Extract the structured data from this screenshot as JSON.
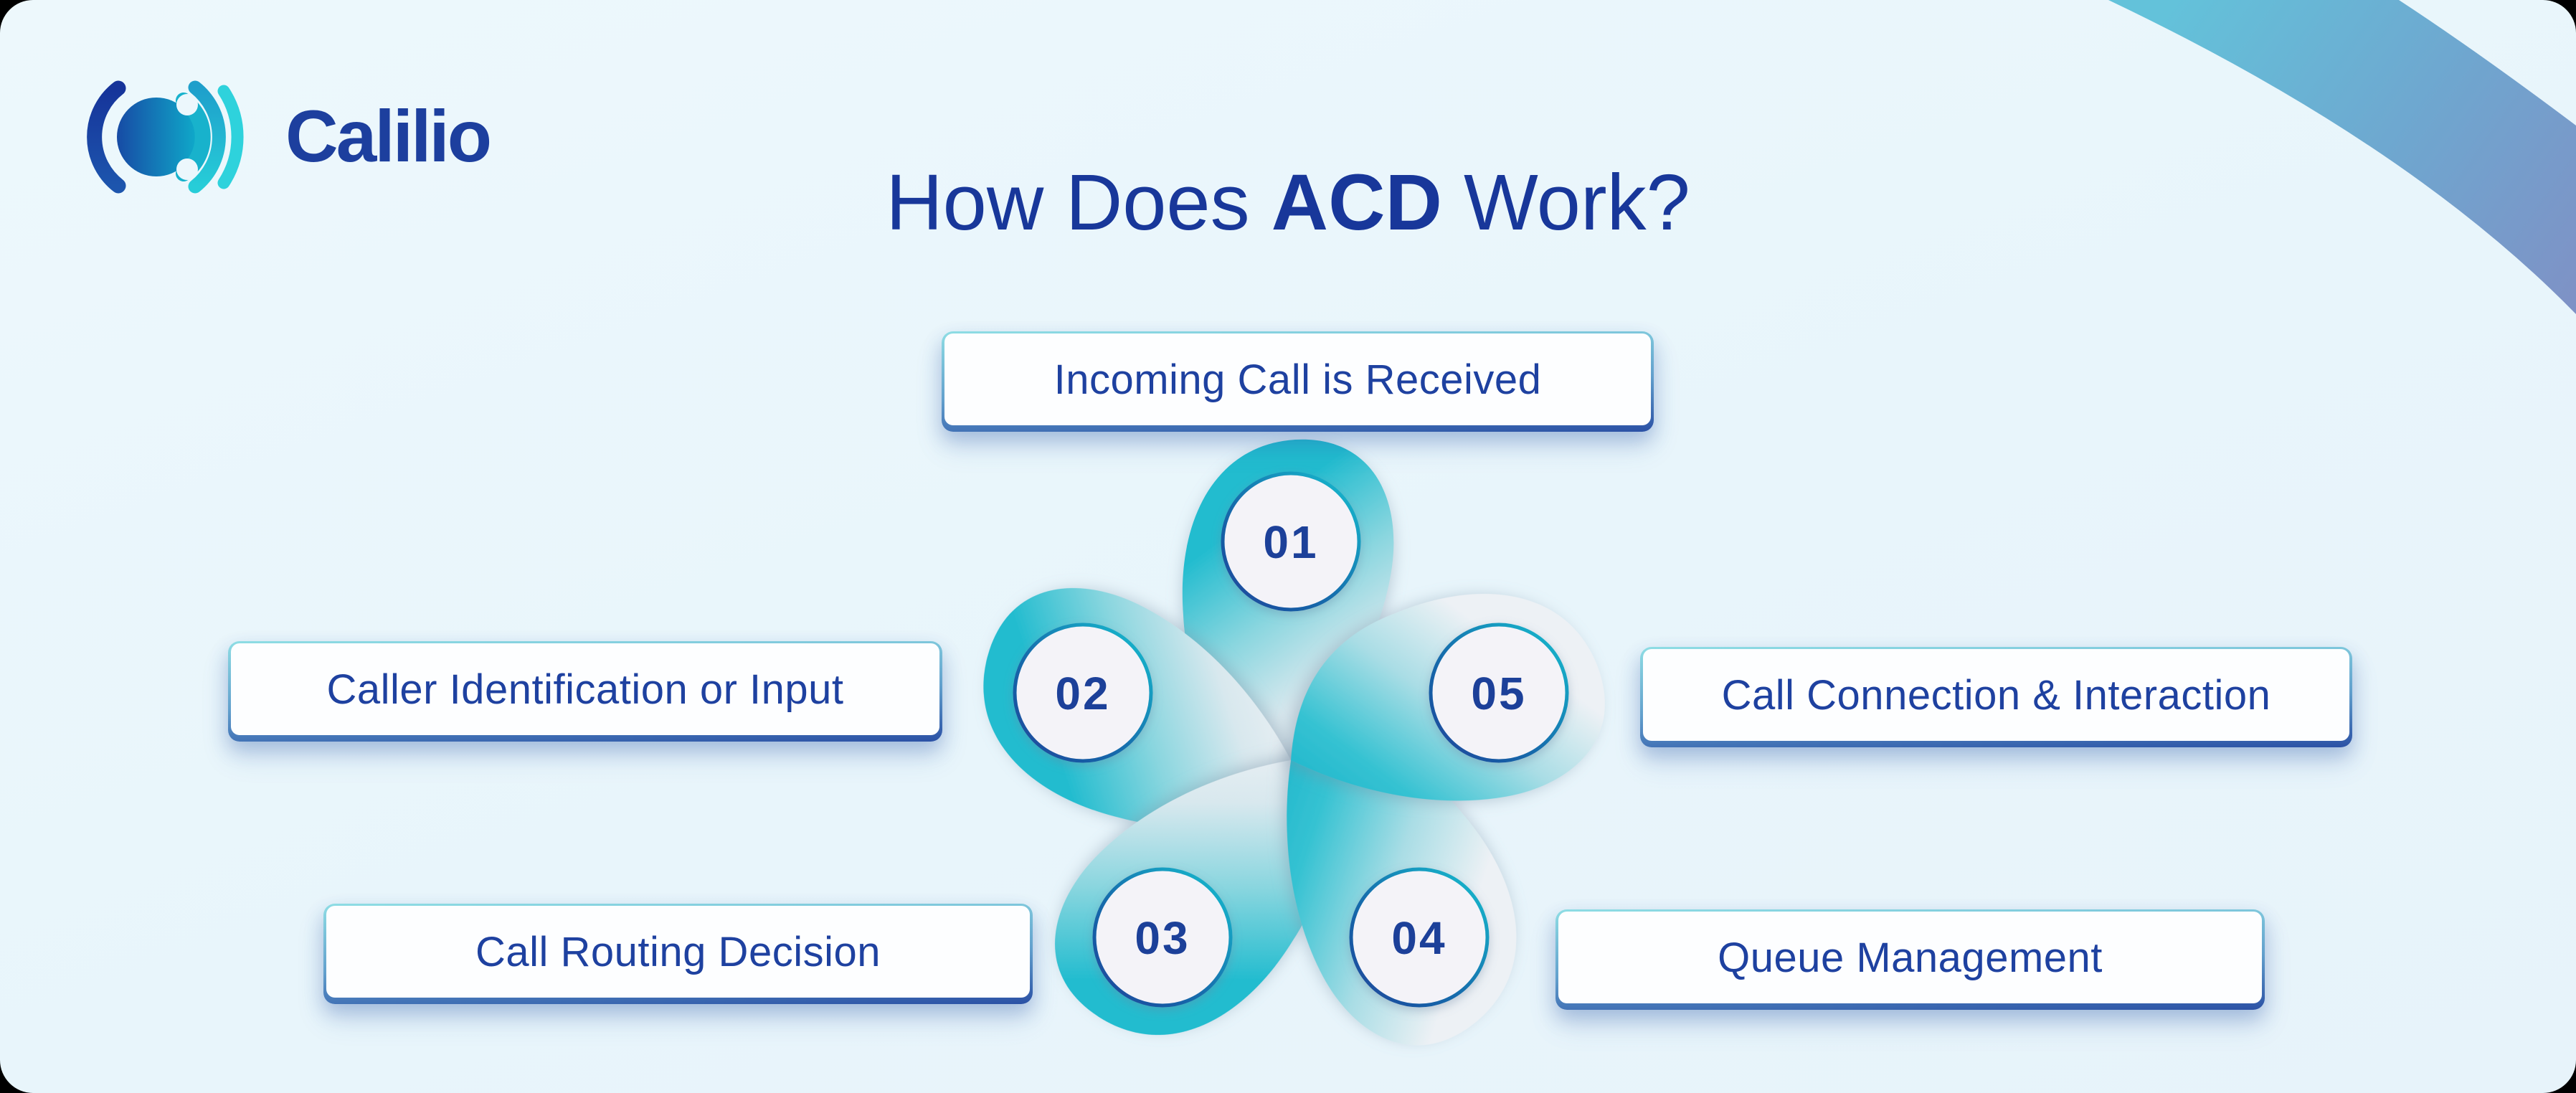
{
  "brand": {
    "name": "Calilio"
  },
  "title": {
    "prefix": "How Does",
    "highlight": "ACD",
    "suffix": "Work?"
  },
  "steps": [
    {
      "number": "01",
      "label": "Incoming Call is Received"
    },
    {
      "number": "02",
      "label": "Caller Identification or Input"
    },
    {
      "number": "03",
      "label": "Call Routing Decision"
    },
    {
      "number": "04",
      "label": "Queue Management"
    },
    {
      "number": "05",
      "label": "Call Connection & Interaction"
    }
  ],
  "colors": {
    "background": "#e8f5fb",
    "title_text": "#18379a",
    "label_text": "#1e41a0",
    "number_text": "#1c3f99",
    "petal_teal": "#22bccf",
    "petal_light": "#edf1f5",
    "ring_teal": "#12b7cc",
    "ring_navy": "#1b4a9d",
    "box_border_top": "#8edde4",
    "box_border_bottom": "#2b51a5",
    "swoosh_start": "#63c2da",
    "swoosh_end": "#7e92c6",
    "logo_navy": "#16349a",
    "logo_teal": "#2ed2dc"
  }
}
